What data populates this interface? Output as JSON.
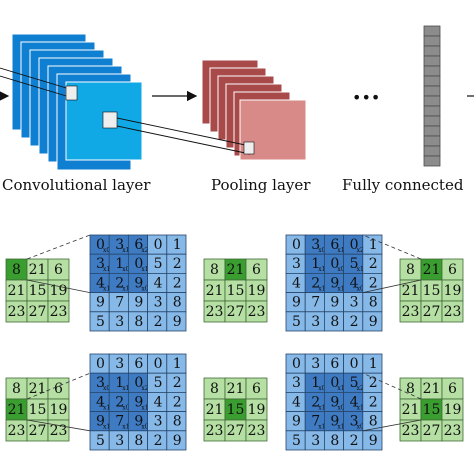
{
  "labels": {
    "conv": "Convolutional layer",
    "pool": "Pooling layer",
    "fc": "Fully connected",
    "dots": "•••"
  },
  "colors": {
    "conv_front": "#11a8e6",
    "conv_back": "#0f7fd1",
    "pool_front": "#d88a88",
    "pool_back": "#a84a4a",
    "fc": "#8c8c8c",
    "input_cell": "#86b8e8",
    "kernel_cell": "#3e7bc3",
    "out_cell": "#b5dfa3",
    "out_active": "#3a9d2f"
  },
  "conv_matrix": [
    [
      "0",
      "3",
      "6",
      "0",
      "1"
    ],
    [
      "3",
      "1",
      "0",
      "5",
      "2"
    ],
    [
      "4",
      "2",
      "9",
      "4",
      "2"
    ],
    [
      "9",
      "7",
      "9",
      "3",
      "8"
    ],
    [
      "5",
      "3",
      "8",
      "2",
      "9"
    ]
  ],
  "kernel_subscripts": [
    [
      "x0",
      "x1",
      "x2"
    ],
    [
      "x1",
      "x0",
      "x1"
    ],
    [
      "x1",
      "x1",
      "x0"
    ]
  ],
  "output_matrix": [
    [
      "8",
      "21",
      "6"
    ],
    [
      "21",
      "15",
      "19"
    ],
    [
      "23",
      "27",
      "23"
    ]
  ],
  "panels": [
    {
      "kernel_pos": [
        0,
        0
      ],
      "active": [
        0,
        0
      ]
    },
    {
      "kernel_pos": [
        0,
        1
      ],
      "active": [
        0,
        1
      ]
    },
    {
      "kernel_pos": [
        1,
        0
      ],
      "active": [
        1,
        0
      ]
    },
    {
      "kernel_pos": [
        1,
        1
      ],
      "active": [
        1,
        1
      ]
    }
  ]
}
